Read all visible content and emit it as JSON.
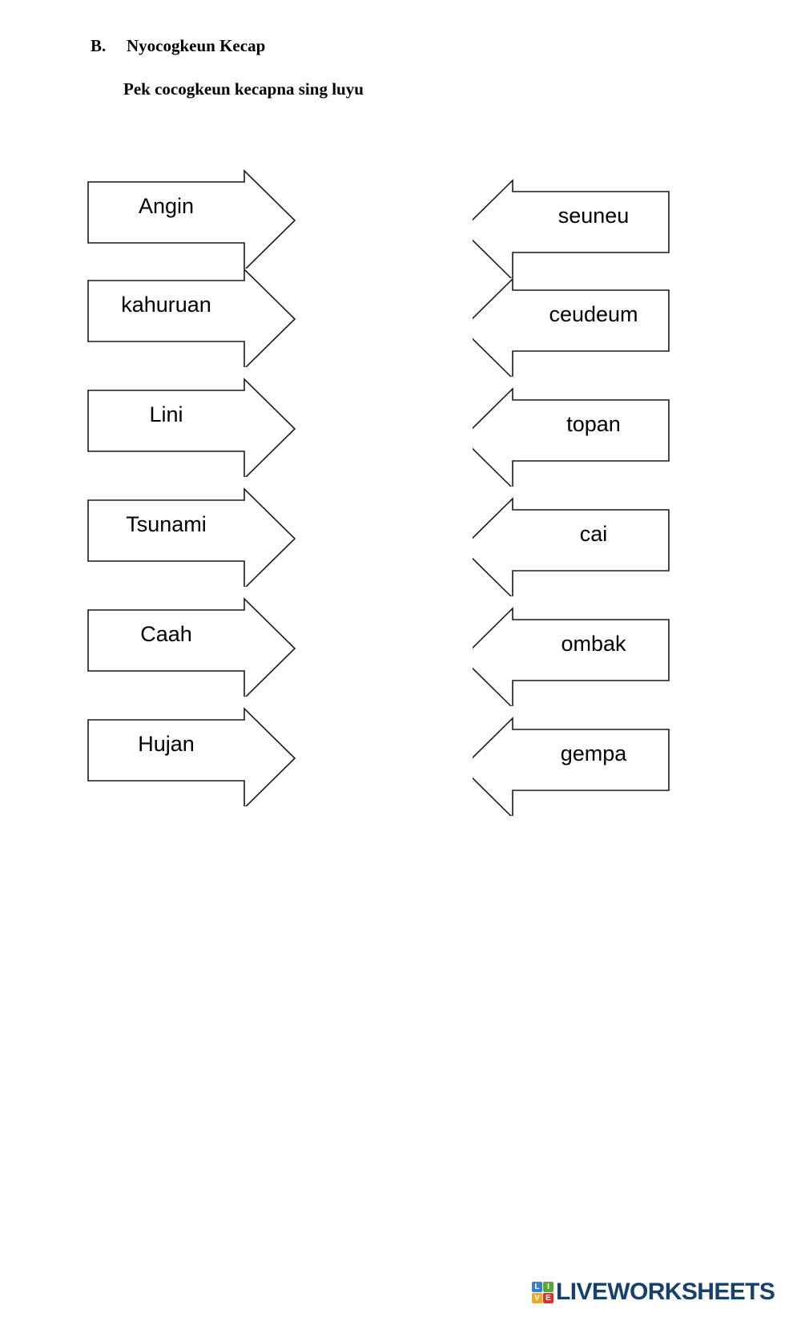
{
  "header": {
    "section_letter": "B.",
    "section_title": "Nyocogkeun Kecap",
    "instruction": "Pek cocogkeun kecapna sing luyu"
  },
  "matching_exercise": {
    "left_column": [
      {
        "label": "Angin"
      },
      {
        "label": "kahuruan"
      },
      {
        "label": "Lini"
      },
      {
        "label": "Tsunami"
      },
      {
        "label": "Caah"
      },
      {
        "label": "Hujan"
      }
    ],
    "right_column": [
      {
        "label": "seuneu"
      },
      {
        "label": "ceudeum"
      },
      {
        "label": "topan"
      },
      {
        "label": "cai"
      },
      {
        "label": "ombak"
      },
      {
        "label": "gempa"
      }
    ]
  },
  "footer": {
    "logo_tiles": [
      "L",
      "I",
      "V",
      "E"
    ],
    "logo_text": "LIVEWORKSHEETS",
    "colors": {
      "tile_l": "#3a7fc1",
      "tile_i": "#5aa832",
      "tile_v": "#f0a81e",
      "tile_e": "#d9342b",
      "wordmark": "#17406e",
      "arrow_stroke": "#1a1a1a"
    }
  }
}
